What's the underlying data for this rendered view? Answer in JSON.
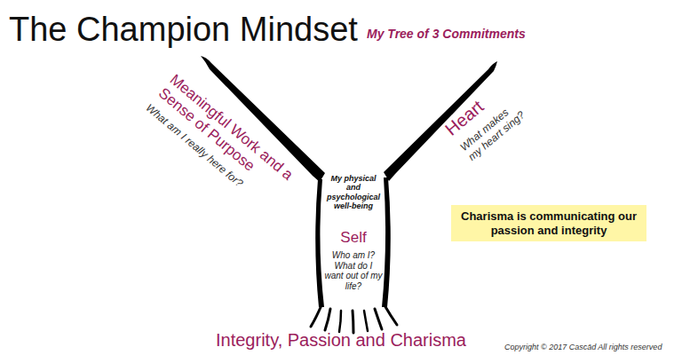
{
  "diagram": {
    "title": "The Champion Mindset",
    "nodes": [
      {
        "text": [
          "Charisma is communicating our passion and integrity"
        ]
      }
    ],
    "labels": [
      "My Tree of 3 Commitments",
      "Meaningful Work and a Sense of Purpose",
      "What am I really here for?",
      "Heart",
      "What makes my heart sing?",
      "My physical and psychological well-being",
      "Self",
      "Who am I? What do I want out of my life?",
      "Integrity, Passion and Charisma",
      "Copyright © 2017 Cascād All rights reserved"
    ]
  }
}
